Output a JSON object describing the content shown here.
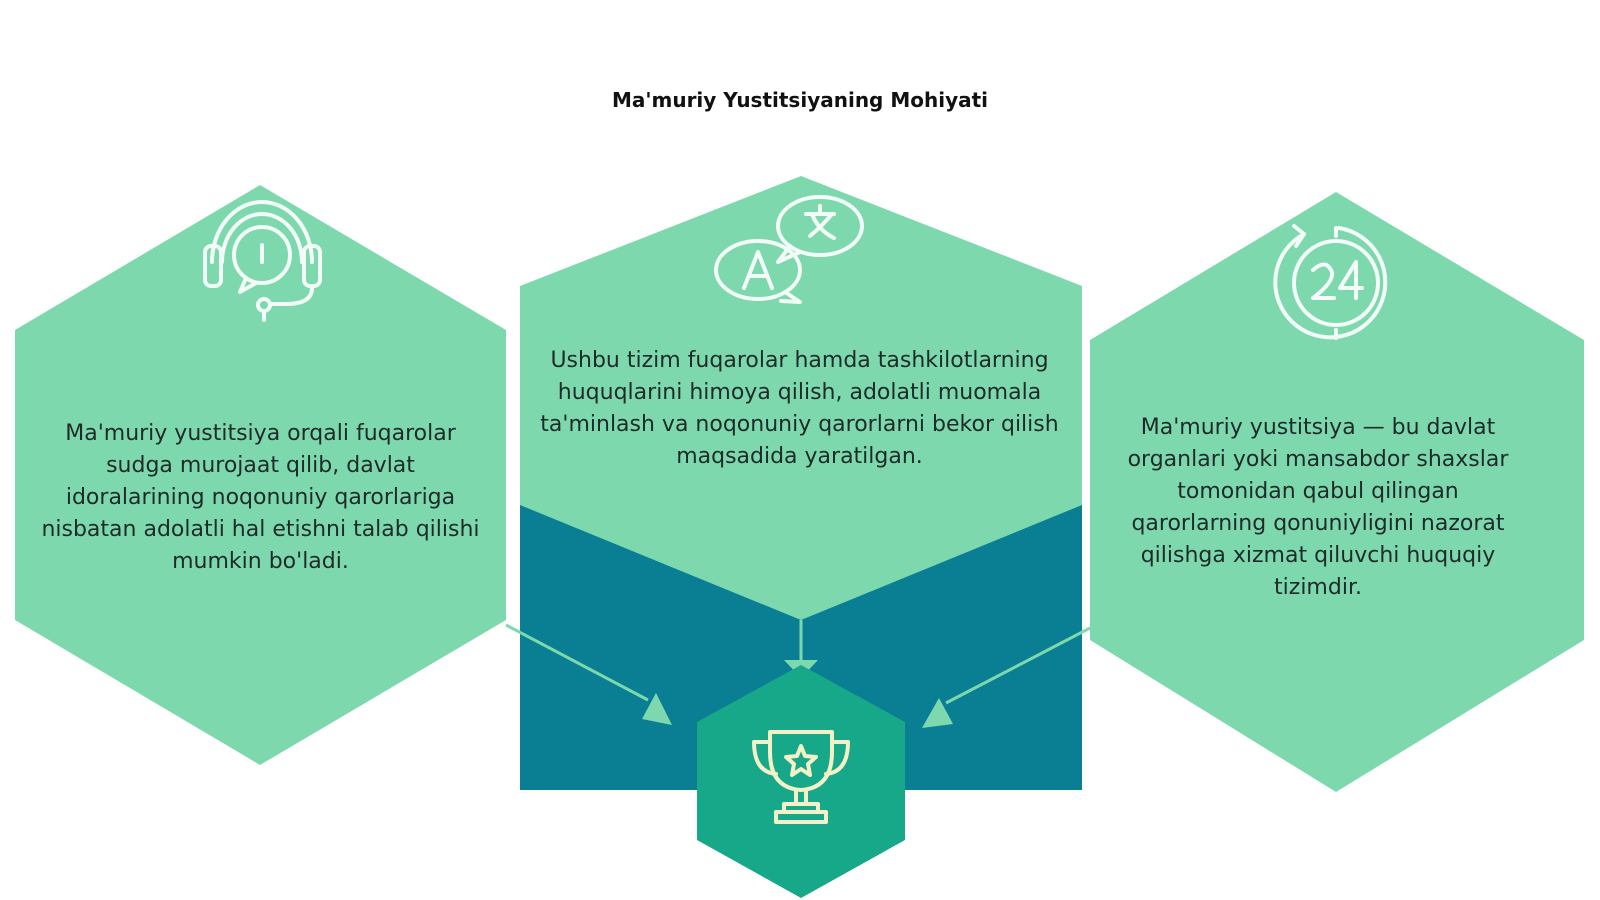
{
  "title": "Ma'muriy Yustitsiyaning Mohiyati",
  "colors": {
    "hex_light": "#7dd9ad",
    "band_dark": "#0a7f94",
    "hex_center_bottom": "#17a889",
    "icon_stroke": "#f2fbf7",
    "trophy_stroke": "#f4f1c8",
    "arrow": "#7dd9ad"
  },
  "cards": [
    {
      "icon": "headset-info-icon",
      "text": "Ma'muriy yustitsiya orqali fuqarolar sudga murojaat qilib, davlat idoralarining noqonuniy qarorlariga nisbatan adolatli hal etishni talab qilishi mumkin bo'ladi."
    },
    {
      "icon": "translate-chat-icon",
      "text": "Ushbu tizim fuqarolar hamda tashkilotlarning huquqlarini himoya qilish, adolatli muomala ta'minlash va noqonuniy qarorlarni bekor qilish maqsadida yaratilgan."
    },
    {
      "icon": "clock-24-icon",
      "text": "Ma'muriy yustitsiya — bu davlat organlari yoki mansabdor shaxslar tomonidan qabul qilingan qarorlarning qonuniyligini nazorat qilishga xizmat qiluvchi huquqiy tizimdir."
    }
  ],
  "result": {
    "icon": "trophy-icon"
  }
}
